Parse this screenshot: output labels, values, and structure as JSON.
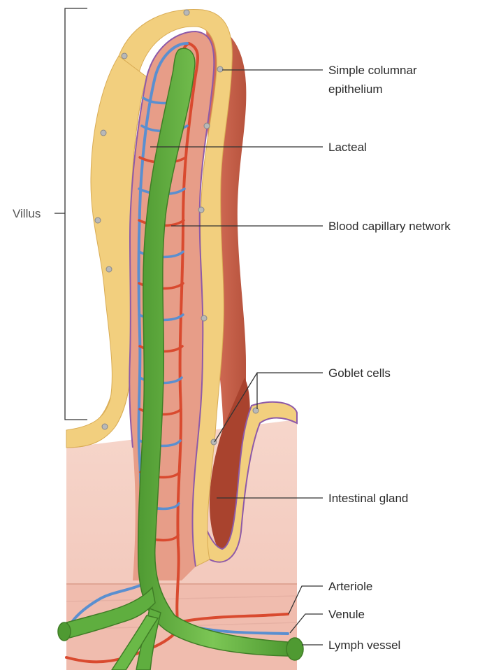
{
  "diagram": {
    "labels": {
      "villus": "Villus",
      "epithelium_line1": "Simple columnar",
      "epithelium_line2": "epithelium",
      "lacteal": "Lacteal",
      "capillary_network": "Blood capillary network",
      "goblet_cells": "Goblet cells",
      "intestinal_gland": "Intestinal gland",
      "arteriole": "Arteriole",
      "venule": "Venule",
      "lymph_vessel": "Lymph vessel"
    },
    "colors": {
      "epithelium": "#f2cf7e",
      "villus_core": "#e79d88",
      "outer_wall": "#c9604a",
      "lacteal": "#5fae3f",
      "vein": "#5a8fd0",
      "artery": "#d94a2f",
      "tissue": "#f3c9bc"
    }
  }
}
